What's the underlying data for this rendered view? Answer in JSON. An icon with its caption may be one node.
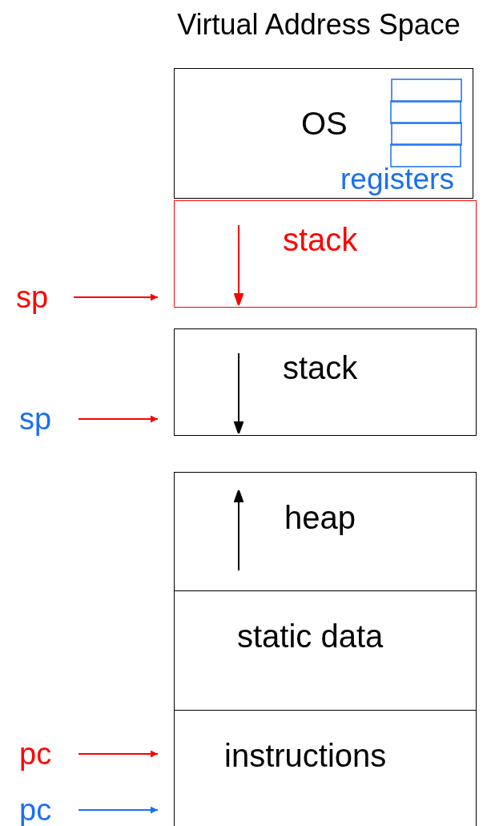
{
  "diagram": {
    "title": "Virtual Address Space",
    "nodes": [
      {
        "text": [
          "OS"
        ]
      },
      {
        "text": [
          "registers"
        ],
        "in": 0
      },
      {
        "text": [
          "stack"
        ]
      },
      {
        "text": [
          "stack"
        ]
      },
      {
        "text": [
          "heap"
        ]
      },
      {
        "text": [
          "static data"
        ]
      },
      {
        "text": [
          "instructions"
        ]
      },
      {
        "text": [
          "sp"
        ]
      },
      {
        "text": [
          "sp"
        ]
      },
      {
        "text": [
          "pc"
        ]
      },
      {
        "text": [
          "pc"
        ]
      }
    ],
    "edges": [
      {
        "from": 7,
        "to": 2,
        "arrow": "to"
      },
      {
        "from": 8,
        "to": 3,
        "arrow": "to"
      },
      {
        "from": 9,
        "to": 6,
        "arrow": "to"
      },
      {
        "from": 10,
        "to": 6,
        "arrow": "to",
        "color": "#1a6ff0"
      }
    ]
  }
}
